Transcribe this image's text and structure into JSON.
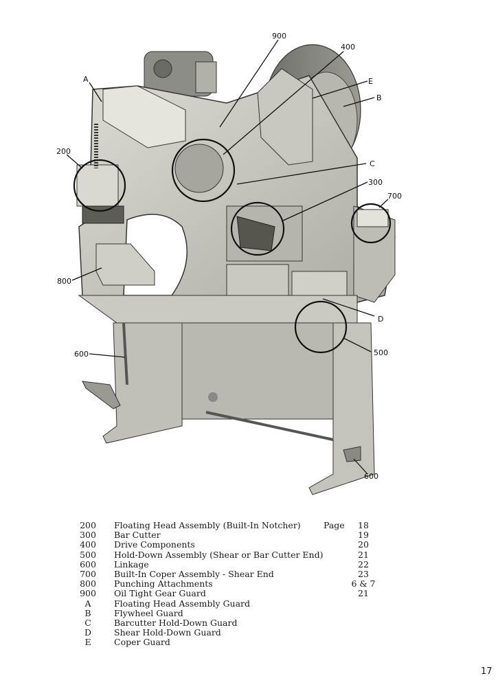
{
  "callouts": {
    "c900": "900",
    "c400": "400",
    "cA": "A",
    "cE": "E",
    "cB": "B",
    "c200": "200",
    "cC": "C",
    "c300": "300",
    "c700": "700",
    "c800": "800",
    "cD": "D",
    "c500": "500",
    "c600a": "600",
    "c600b": "600"
  },
  "legend": {
    "rows": [
      {
        "code": "200",
        "desc": "Floating Head Assembly (Built-In Notcher)",
        "page_label": "Page",
        "page": "18"
      },
      {
        "code": "300",
        "desc": "Bar Cutter",
        "page_label": "",
        "page": "19"
      },
      {
        "code": "400",
        "desc": "Drive Components",
        "page_label": "",
        "page": "20"
      },
      {
        "code": "500",
        "desc": "Hold-Down Assembly (Shear or Bar Cutter End)",
        "page_label": "",
        "page": "21"
      },
      {
        "code": "600",
        "desc": "Linkage",
        "page_label": "",
        "page": "22"
      },
      {
        "code": "700",
        "desc": "Built-In Coper Assembly - Shear End",
        "page_label": "",
        "page": "23"
      },
      {
        "code": "800",
        "desc": "Punching Attachments",
        "page_label": "",
        "page": "6 & 7"
      },
      {
        "code": "900",
        "desc": "Oil Tight Gear Guard",
        "page_label": "",
        "page": "21"
      },
      {
        "code": "A",
        "desc": "Floating Head Assembly Guard",
        "page_label": "",
        "page": ""
      },
      {
        "code": "B",
        "desc": "Flywheel Guard",
        "page_label": "",
        "page": ""
      },
      {
        "code": "C",
        "desc": "Barcutter Hold-Down Guard",
        "page_label": "",
        "page": ""
      },
      {
        "code": "D",
        "desc": "Shear Hold-Down Guard",
        "page_label": "",
        "page": ""
      },
      {
        "code": "E",
        "desc": "Coper Guard",
        "page_label": "",
        "page": ""
      }
    ]
  },
  "page_number": "17"
}
